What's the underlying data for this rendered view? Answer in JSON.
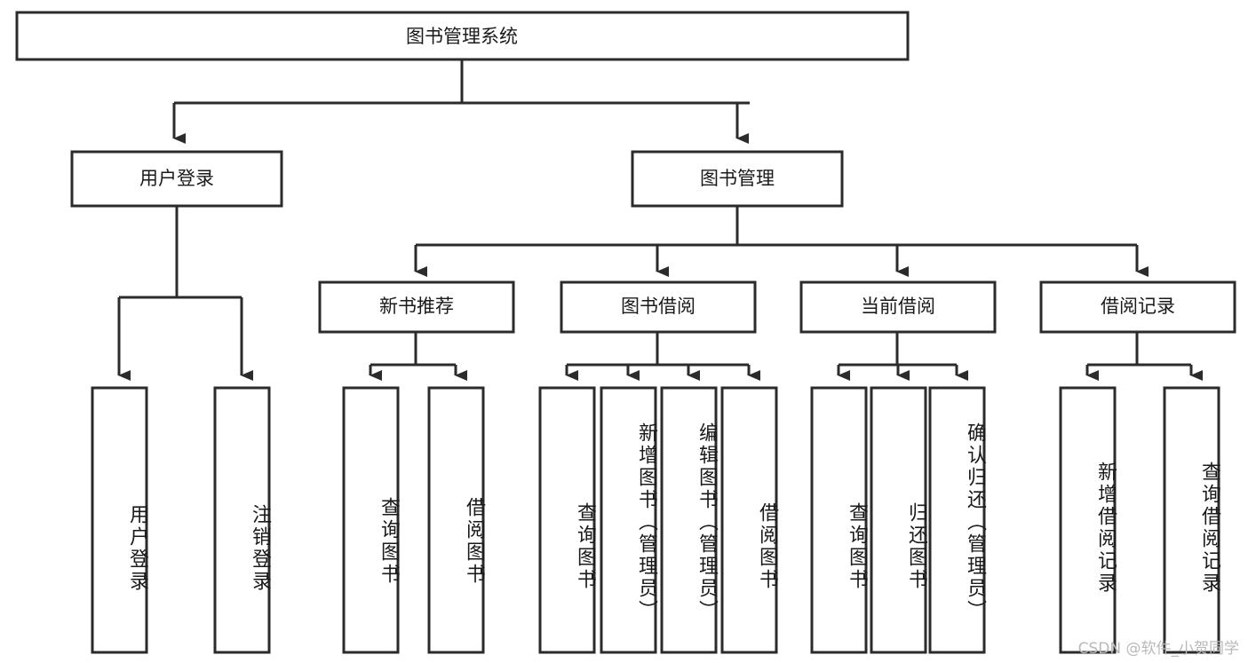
{
  "diagram": {
    "title": "图书管理系统",
    "type": "tree-hierarchy-diagram",
    "colors": {
      "box_stroke": "#2b2b2b",
      "box_fill": "#ffffff",
      "text": "#1a1a1a",
      "watermark": "#b9b9b9",
      "background": "#ffffff"
    },
    "root": {
      "label": "图书管理系统"
    },
    "level2": [
      {
        "label": "用户登录"
      },
      {
        "label": "图书管理"
      }
    ],
    "level3": [
      {
        "label": "新书推荐"
      },
      {
        "label": "图书借阅"
      },
      {
        "label": "当前借阅"
      },
      {
        "label": "借阅记录"
      }
    ],
    "leaves": {
      "user_login": [
        {
          "label": "用户登录"
        },
        {
          "label": "注销登录"
        }
      ],
      "new_book_recommend": [
        {
          "label": "查询图书"
        },
        {
          "label": "借阅图书"
        }
      ],
      "book_borrow": [
        {
          "label": "查询图书"
        },
        {
          "label": "新增图书（管理员）"
        },
        {
          "label": "编辑图书（管理员）"
        },
        {
          "label": "借阅图书"
        }
      ],
      "current_borrow": [
        {
          "label": "查询图书"
        },
        {
          "label": "归还图书"
        },
        {
          "label": "确认归还（管理员）"
        }
      ],
      "borrow_record": [
        {
          "label": "新增借阅记录"
        },
        {
          "label": "查询借阅记录"
        }
      ]
    },
    "watermark": "CSDN @软件_小贺同学"
  }
}
